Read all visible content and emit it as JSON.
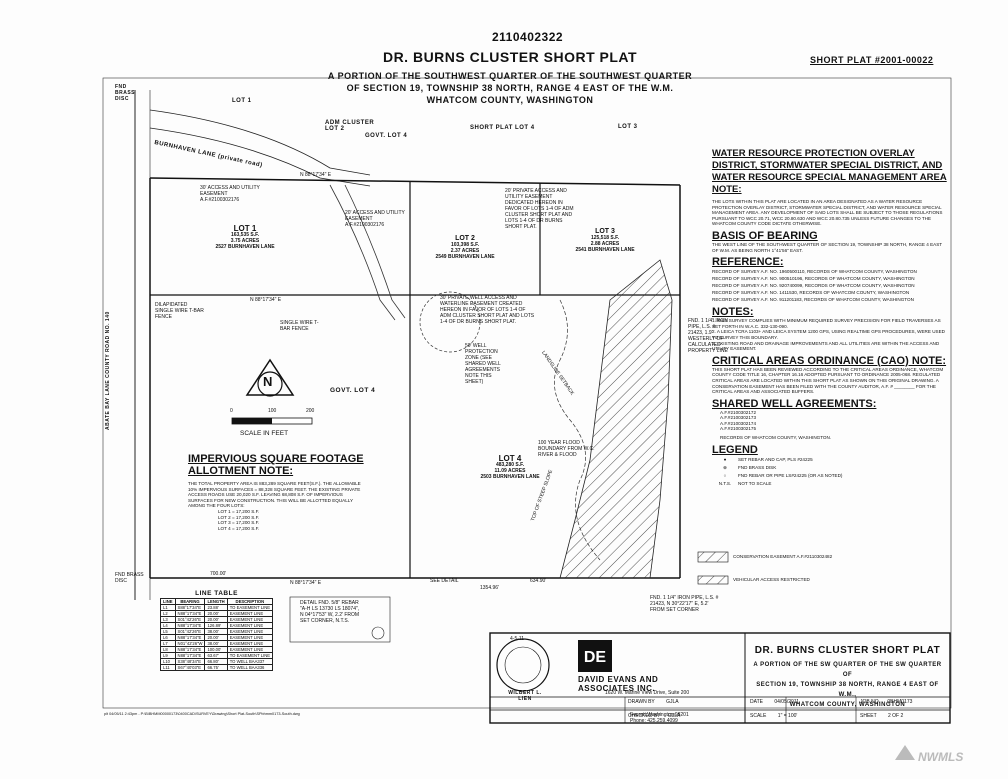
{
  "doc_number": "2110402322",
  "title": {
    "main": "DR. BURNS CLUSTER SHORT PLAT",
    "lines": [
      "A PORTION OF THE SOUTHWEST QUARTER OF THE SOUTHWEST QUARTER",
      "OF SECTION 19, TOWNSHIP 38 NORTH, RANGE 4 EAST OF THE W.M.",
      "WHATCOM COUNTY, WASHINGTON"
    ],
    "plat_no": "SHORT PLAT #2001-00022"
  },
  "map_labels": {
    "road": "BURNHAVEN LANE (private road)",
    "lot1_top": "LOT 1",
    "adm_cluster": "ADM CLUSTER LOT 2",
    "govt_lot4_top": "GOVT. LOT 4",
    "short_plat_lot4": "SHORT PLAT LOT 4",
    "lot3_top": "LOT 3",
    "county_road": "ABATE BAY LANE COUNTY ROAD NO. 140",
    "govt_lot4_mid": "GOVT. LOT 4",
    "fnd_brass_top": "FND BRASS DISC",
    "fnd_brass_bottom": "FND BRASS DISC",
    "dilapidated_fence": "DILAPIDATED SINGLE WIRE T-BAR FENCE",
    "single_wire_fence": "SINGLE WIRE T-BAR FENCE",
    "bearing_south": "N 88°17'34\" E",
    "bearing_mid": "N 88°17'34\" E",
    "bearing_top": "N 88°17'34\" E",
    "dim_bottom": "700.00'",
    "dim_bottom_total": "1354.96'",
    "dim_right": "634.90'",
    "see_detail": "SEE DETAIL",
    "flood_note": "100 YEAR FLOOD BOUNDARY FROM W.C. RIVER & FLOOD",
    "top_slope": "TOP OF STEEP SLOPE",
    "wetland_note": "LANDSLIDE SETBACK",
    "fnd_pipe_right": "FND. 1 1/4\" IRON PIPE, L.S. # 21423, 1.9' WESTERLY OF CALCULATED PROPERTY LINE",
    "fnd_pipe_bottom": "FND. 1 1/4\" IRON PIPE, L.S. # 21423, N 30°22'17\" E, 5.2' FROM SET CORNER",
    "detail_note": "DETAIL FND. 5/8\" REBAR \"A-H LS 13730 LS 18074\", N 04°17'53\" W, 2.2' FROM SET CORNER, N.T.S."
  },
  "lots": [
    {
      "name": "LOT 1",
      "area": "163,535 S.F.",
      "acres": "3.75 ACRES",
      "address": "2527 BURNHAVEN LANE"
    },
    {
      "name": "LOT 2",
      "area": "103,398 S.F.",
      "acres": "2.37 ACRES",
      "address": "2549 BURNHAVEN LANE"
    },
    {
      "name": "LOT 3",
      "area": "125,518 S.F.",
      "acres": "2.88 ACRES",
      "address": "2541 BURNHAVEN LANE"
    },
    {
      "name": "LOT 4",
      "area": "483,280 S.F.",
      "acres": "11.09 ACRES",
      "address": "2503 BURNHAVEN LANE"
    }
  ],
  "easements": {
    "access_utility_1": "30' ACCESS AND UTILITY EASEMENT A.F.#2100302176",
    "access_utility_2": "20' ACCESS AND UTILITY EASEMENT A.F.#2100302176",
    "private_access": "20' PRIVATE ACCESS AND UTILITY EASEMENT DEDICATED HEREON IN FAVOR OF LOTS 1-4 OF ADM CLUSTER SHORT PLAT AND LOTS 1-4 OF DR BURNS SHORT PLAT.",
    "well_access": "30' PRIVATE WELL ACCESS AND WATERLINE EASEMENT CREATED HEREON IN FAVOR OF LOTS 1-4 OF ADM CLUSTER SHORT PLAT AND LOTS 1-4 OF DR BURNS SHORT PLAT.",
    "well_protection": "50' WELL PROTECTION ZONE (SEE SHARED WELL AGREEMENTS NOTE THIS SHEET)"
  },
  "scale": {
    "ticks": [
      "0",
      "100",
      "200"
    ],
    "label": "SCALE IN FEET",
    "north": "N"
  },
  "impervious": {
    "heading": "IMPERVIOUS SQUARE FOOTAGE ALLOTMENT NOTE:",
    "text": "THE TOTAL PROPERTY AREA IS 883,289 SQUARE FEET(S.F.). THE ALLOWABLE 10% IMPERVIOUS SURFACES = 88,328 SQUARE FEET. THE EXISTING PRIVATE ACCESS ROADS USE 20,020 S.F. LEAVING 68,808 S.F. OF IMPERVIOUS SURFACES FOR NEW CONSTRUCTION. THIS WILL BE ALLOTTED EQUALLY AMONG THE FOUR LOTS:",
    "allotments": [
      "LOT 1 = 17,200 S.F.",
      "LOT 2 = 17,200 S.F.",
      "LOT 3 = 17,200 S.F.",
      "LOT 4 = 17,200 S.F."
    ]
  },
  "notes_right": {
    "wrpo_heading": "WATER RESOURCE PROTECTION OVERLAY DISTRICT, STORMWATER SPECIAL DISTRICT, AND WATER RESOURCE SPECIAL MANAGEMENT AREA NOTE:",
    "wrpo_text": "THE LOTS WITHIN THIS PLAT ARE LOCATED IN AN AREA DESIGNATED AS A WATER RESOURCE PROTECTION OVERLAY DISTRICT, STORMWATER SPECIAL DISTRICT, AND WATER RESOURCE SPECIAL MANAGEMENT AREA. ANY DEVELOPMENT OF SAID LOTS SHALL BE SUBJECT TO THOSE REGULATIONS PURSUANT TO WCC 20.71, WCC 20.80.630 AND WCC 20.80.735 UNLESS FUTURE CHANGES TO THE WHATCOM COUNTY CODE DICTATE OTHERWISE.",
    "basis_heading": "BASIS OF BEARING",
    "basis_text": "THE WEST LINE OF THE SOUTHWEST QUARTER OF SECTION 19, TOWNSHIP 38 NORTH, RANGE 4 EAST OF W.M. AS BEING NORTH 1°41'56\" EAST.",
    "ref_heading": "REFERENCE:",
    "references": [
      "RECORD OF SURVEY A.F. NO. 1960500110, RECORDS OF WHATCOM COUNTY, WASHINGTON",
      "RECORD OF SURVEY A.F. NO. 900510196, RECORDS OF WHATCOM COUNTY, WASHINGTON",
      "RECORD OF SURVEY A.F. NO. 920740099, RECORDS OF WHATCOM COUNTY, WASHINGTON",
      "RECORD OF SURVEY A.F. NO. 1411530, RECORDS OF WHATCOM COUNTY, WASHINGTON",
      "RECORD OF SURVEY A.F. NO. 911201183, RECORDS OF WHATCOM COUNTY, WASHINGTON"
    ],
    "notes_heading": "NOTES:",
    "notes": [
      "1. THIS SURVEY COMPLIES WITH MINIMUM REQUIRED SURVEY PRECISION FOR FIELD TRAVERSES AS SET FORTH IN W.A.C. 332-130-090.",
      "2. A LEICA TCRA 1103+ AND LEICA SYSTEM 1200 GPS, USING REALTIME GPS PROCEDURES, WERE USED TO SURVEY THIS BOUNDARY.",
      "3. EXISTING ROAD AND DRAINAGE IMPROVEMENTS AND ALL UTILITIES ARE WITHIN THE ACCESS AND UTILITY EASEMENT."
    ],
    "cao_heading": "CRITICAL AREAS ORDINANCE (CAO) NOTE:",
    "cao_text": "THIS SHORT PLAT HAS BEEN REVIEWED ACCORDING TO THE CRITICAL AREAS ORDINANCE, WHATCOM COUNTY CODE TITLE 16, CHAPTER 16.16 ADOPTED PURSUANT TO ORDINANCE 2005-068. REGULATED CRITICAL AREAS ARE LOCATED WITHIN THIS SHORT PLAT AS SHOWN ON THIS ORIGINAL DRAWING. A CONSERVATION EASEMENT HAS BEEN FILED WITH THE COUNTY AUDITOR, A.F. # ________ FOR THE CRITICAL AREAS AND ASSOCIATED BUFFERS.",
    "well_heading": "SHARED WELL AGREEMENTS:",
    "wells": [
      "A.F.#2100302172",
      "A.F.#2100302173",
      "A.F.#2100302174",
      "A.F.#2100302175"
    ],
    "well_footer": "RECORDS OF WHATCOM COUNTY, WASHINGTON.",
    "legend_heading": "LEGEND",
    "legend": [
      {
        "symbol": "●",
        "text": "SET REBAR AND CAP, PLS #24225"
      },
      {
        "symbol": "⊕",
        "text": "FND BRASS DISK"
      },
      {
        "symbol": "○",
        "text": "FND REBAR OR PIPE LS#24225 (OR AS NOTED)"
      },
      {
        "symbol": "N.T.S.",
        "text": "NOT TO SCALE"
      }
    ],
    "conservation": "CONSERVATION EASEMENT A.F.#2110302482",
    "vehicular": "VEHICULAR ACCESS RESTRICTED"
  },
  "line_table": {
    "title": "LINE TABLE",
    "headers": [
      "LINE",
      "BEARING",
      "LENGTH",
      "DESCRIPTION"
    ],
    "rows": [
      [
        "L1",
        "S88°17'34\"E",
        "23.88'",
        "TO EASEMENT LINE"
      ],
      [
        "L2",
        "N88°17'34\"E",
        "20.00'",
        "EASEMENT LINE"
      ],
      [
        "L3",
        "S01°42'26\"E",
        "20.00'",
        "EASEMENT LINE"
      ],
      [
        "L4",
        "N88°17'34\"E",
        "126.89'",
        "EASEMENT LINE"
      ],
      [
        "L5",
        "S01°42'26\"E",
        "38.00'",
        "EASEMENT LINE"
      ],
      [
        "L6",
        "N88°17'34\"E",
        "20.00'",
        "EASEMENT LINE"
      ],
      [
        "L7",
        "N01°42'26\"W",
        "38.00'",
        "EASEMENT LINE"
      ],
      [
        "L8",
        "N88°17'34\"E",
        "100.00'",
        "EASEMENT LINE"
      ],
      [
        "L9",
        "N88°17'34\"E",
        "63.67'",
        "TO EASEMENT LINE"
      ],
      [
        "L10",
        "S38°48'34\"E",
        "66.80'",
        "TO WELL BAA337"
      ],
      [
        "L11",
        "S67°40'03\"E",
        "66.75'",
        "TO WELL BAA336"
      ]
    ]
  },
  "title_block": {
    "firm": "DAVID EVANS AND ASSOCIATES INC.",
    "address": [
      "1620 W. Marine View Drive, Suite 200",
      "Everett Washington 98201",
      "Phone: 425.259.4099"
    ],
    "seal_text": "WILBERT L. LIEN",
    "seal_date": "4-5-11",
    "block_title": "DR. BURNS CLUSTER SHORT PLAT",
    "block_lines": [
      "A PORTION OF THE SW QUARTER OF THE SW QUARTER OF",
      "SECTION 19, TOWNSHIP 38 NORTH, RANGE 4 EAST OF W.M.,",
      "WHATCOM COUNTY, WASHINGTON"
    ],
    "drawn_by_label": "DRAWN BY",
    "drawn_by": "GJLA",
    "date_label": "DATE",
    "date": "04/05/2011",
    "job_label": "JOB NO.",
    "job": "0BHM0173",
    "checked_label": "CHECKED BY",
    "checked": "GJLA",
    "scale_label": "SCALE",
    "scale": "1\" = 100'",
    "sheet_label": "SHEET",
    "sheet": "2 OF 2"
  },
  "file_path": "plt 04/05/11 2:43pm - P:\\B\\BHMM00000173\\0400CAD\\SURVEY\\Drawing\\Short Plat-South\\SPbhmm0173-South.dwg",
  "watermark": "NWMLS"
}
